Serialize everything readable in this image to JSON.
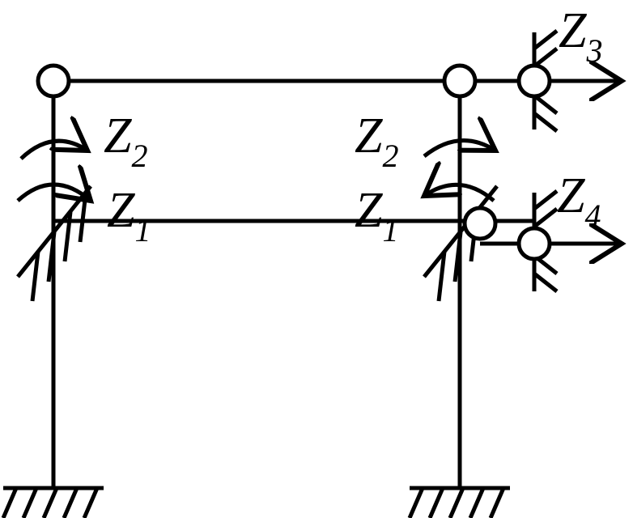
{
  "diagram": {
    "labels": {
      "left_z2": {
        "main": "Z",
        "sub": "2"
      },
      "left_z1": {
        "main": "Z",
        "sub": "1"
      },
      "right_z2": {
        "main": "Z",
        "sub": "2"
      },
      "right_z1": {
        "main": "Z",
        "sub": "1"
      },
      "z3": {
        "main": "Z",
        "sub": "3"
      },
      "z4": {
        "main": "Z",
        "sub": "4"
      }
    },
    "colors": {
      "stroke": "#000000",
      "background": "#ffffff"
    }
  }
}
